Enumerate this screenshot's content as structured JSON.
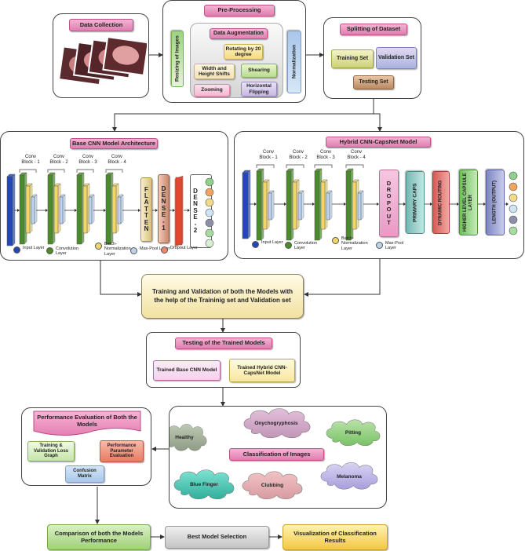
{
  "data_collection": {
    "title": "Data Collection"
  },
  "preprocessing": {
    "title": "Pre-Processing",
    "resizing": "Resizing of Images",
    "augmentation": "Data Augmentation",
    "rotating": "Rotating by 20 degree",
    "width_height": "Width and Height Shifts",
    "shearing": "Shearing",
    "zooming": "Zooming",
    "flipping": "Horizontal Flipping",
    "normalization": "Normalization"
  },
  "splitting": {
    "title": "Splitting of Dataset",
    "training": "Training Set",
    "validation": "Validation Set",
    "testing": "Testing Set"
  },
  "base_cnn": {
    "title": "Base CNN Model Architecture",
    "blocks": [
      "Conv Block - 1",
      "Conv Block - 2",
      "Conv Block - 3",
      "Conv Block - 4"
    ],
    "flatten": "FLATTEN",
    "dense1": "DENSE-1",
    "dense2": "DENSE-2",
    "legend": [
      "Input Layer",
      "Convolution Layer",
      "Batch-Normalization Layer",
      "Max-Pool Layer",
      "Dropout Layer"
    ]
  },
  "hybrid": {
    "title": "Hybrid CNN-CapsNet Model",
    "blocks": [
      "Conv Block - 1",
      "Conv Block - 2",
      "Conv Block - 3",
      "Conv Block - 4"
    ],
    "dropout": "DROPOUT",
    "primary_caps": "PRIMARY CAPS",
    "dynamic_routing": "DYNAMIC ROUTING",
    "higher_caps": "HIGHER LEVEL CAPSULE LAYER",
    "length_output": "LENGTH (OUTPUT)",
    "legend": [
      "Input Layer",
      "Convolution Layer",
      "Batch-Normalization Layer",
      "Max-Pool Layer"
    ]
  },
  "training_validation": "Training and Validation of both the Models with the help of the Traininig set and Validation set",
  "testing": {
    "title": "Testing of the Trained Models",
    "base": "Trained Base CNN Model",
    "hybrid": "Trained Hybrid CNN-CapsNet Model"
  },
  "performance": {
    "title": "Performance Evaluation of Both the Models",
    "loss_graph": "Training & Validation Loss Graph",
    "parameter": "Performance Parameter Evaluation",
    "confusion": "Confusion Matrix"
  },
  "classification": {
    "title": "Classification of Images",
    "classes": [
      "Healthy",
      "Onychogryphosis",
      "Pitting",
      "Blue Finger",
      "Clubbing",
      "Melanoma"
    ]
  },
  "comparison": "Comparison of both the Models Performance",
  "best_model": "Best Model Selection",
  "visualization": "Visualization of Classification Results",
  "colors": {
    "input": "#2346b8",
    "conv": "#4c8b2b",
    "bn": "#f2d56b",
    "pool": "#bcd3ee",
    "dropout": "#e9886d",
    "capsule": "#86c7c4",
    "routing": "#e06a6a",
    "higher": "#7ec86a",
    "length": "#8b93c9"
  }
}
